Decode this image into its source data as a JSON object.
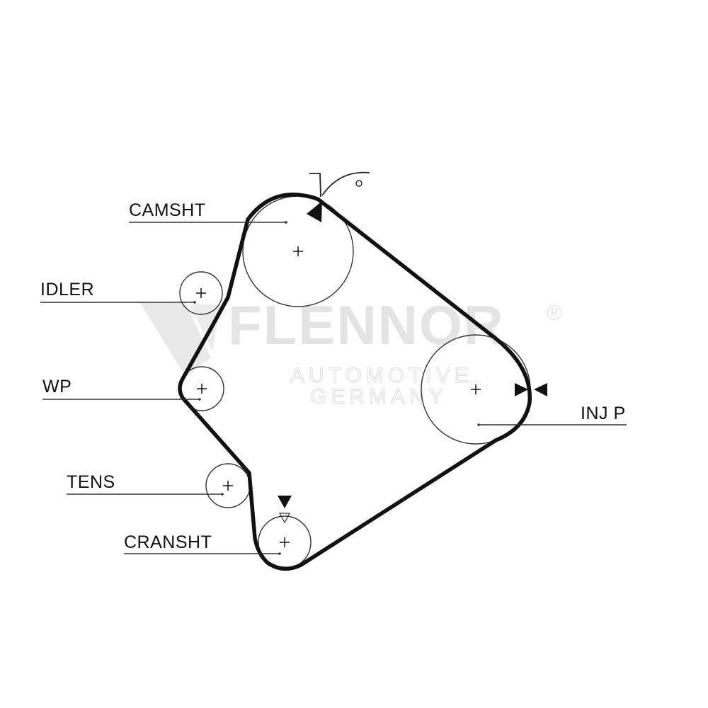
{
  "diagram": {
    "labels": {
      "camshaft": "CAMSHT",
      "idler": "IDLER",
      "water_pump": "WP",
      "tensioner": "TENS",
      "crankshaft": "CRANSHT",
      "injection_pump": "INJ P"
    }
  },
  "watermark": {
    "brand": "FLENNOR",
    "line1": "AUTOMOTIVE",
    "line2": "GERMANY",
    "registered": "®"
  }
}
